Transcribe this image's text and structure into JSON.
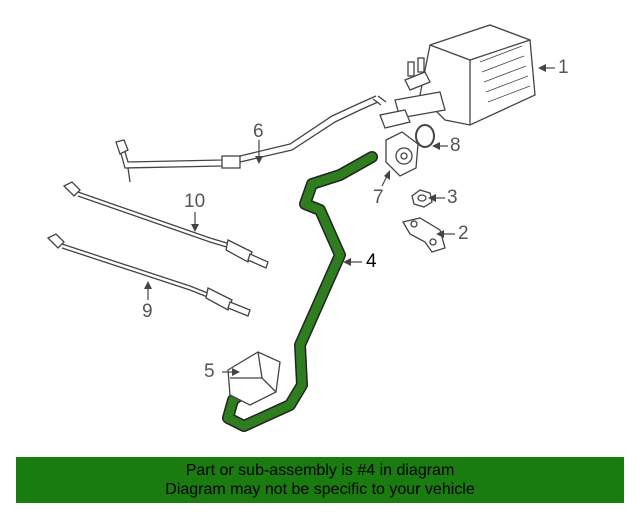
{
  "diagram": {
    "highlight_color": "#2e7d1e",
    "line_color": "#444444",
    "callouts": {
      "c1": "1",
      "c2": "2",
      "c3": "3",
      "c4": "4",
      "c5": "5",
      "c6": "6",
      "c7": "7",
      "c8": "8",
      "c9": "9",
      "c10": "10"
    }
  },
  "banner": {
    "line1": "Part or sub-assembly is #4 in diagram",
    "line2": "Diagram may not be specific to your vehicle",
    "background": "#197b10"
  }
}
